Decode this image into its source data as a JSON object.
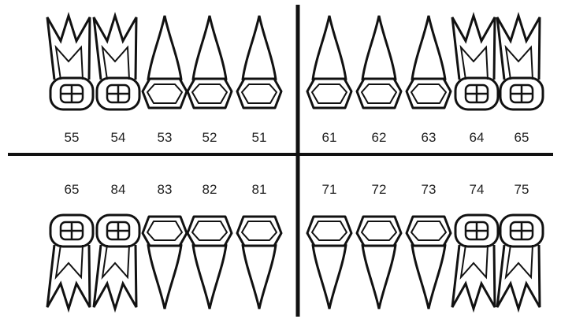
{
  "quadrants": {
    "upper_right": {
      "numbers": [
        "55",
        "54",
        "53",
        "52",
        "51"
      ],
      "types": [
        "molar",
        "molar",
        "incisor",
        "incisor",
        "incisor"
      ]
    },
    "upper_left": {
      "numbers": [
        "61",
        "62",
        "63",
        "64",
        "65"
      ],
      "types": [
        "incisor",
        "incisor",
        "incisor",
        "molar",
        "molar"
      ]
    },
    "lower_right": {
      "numbers": [
        "65",
        "84",
        "83",
        "82",
        "81"
      ],
      "types": [
        "molar",
        "molar",
        "incisor",
        "incisor",
        "incisor"
      ]
    },
    "lower_left": {
      "numbers": [
        "71",
        "72",
        "73",
        "74",
        "75"
      ],
      "types": [
        "incisor",
        "incisor",
        "incisor",
        "molar",
        "molar"
      ]
    }
  },
  "colors": {
    "line": "#111111",
    "number": "#222222"
  }
}
